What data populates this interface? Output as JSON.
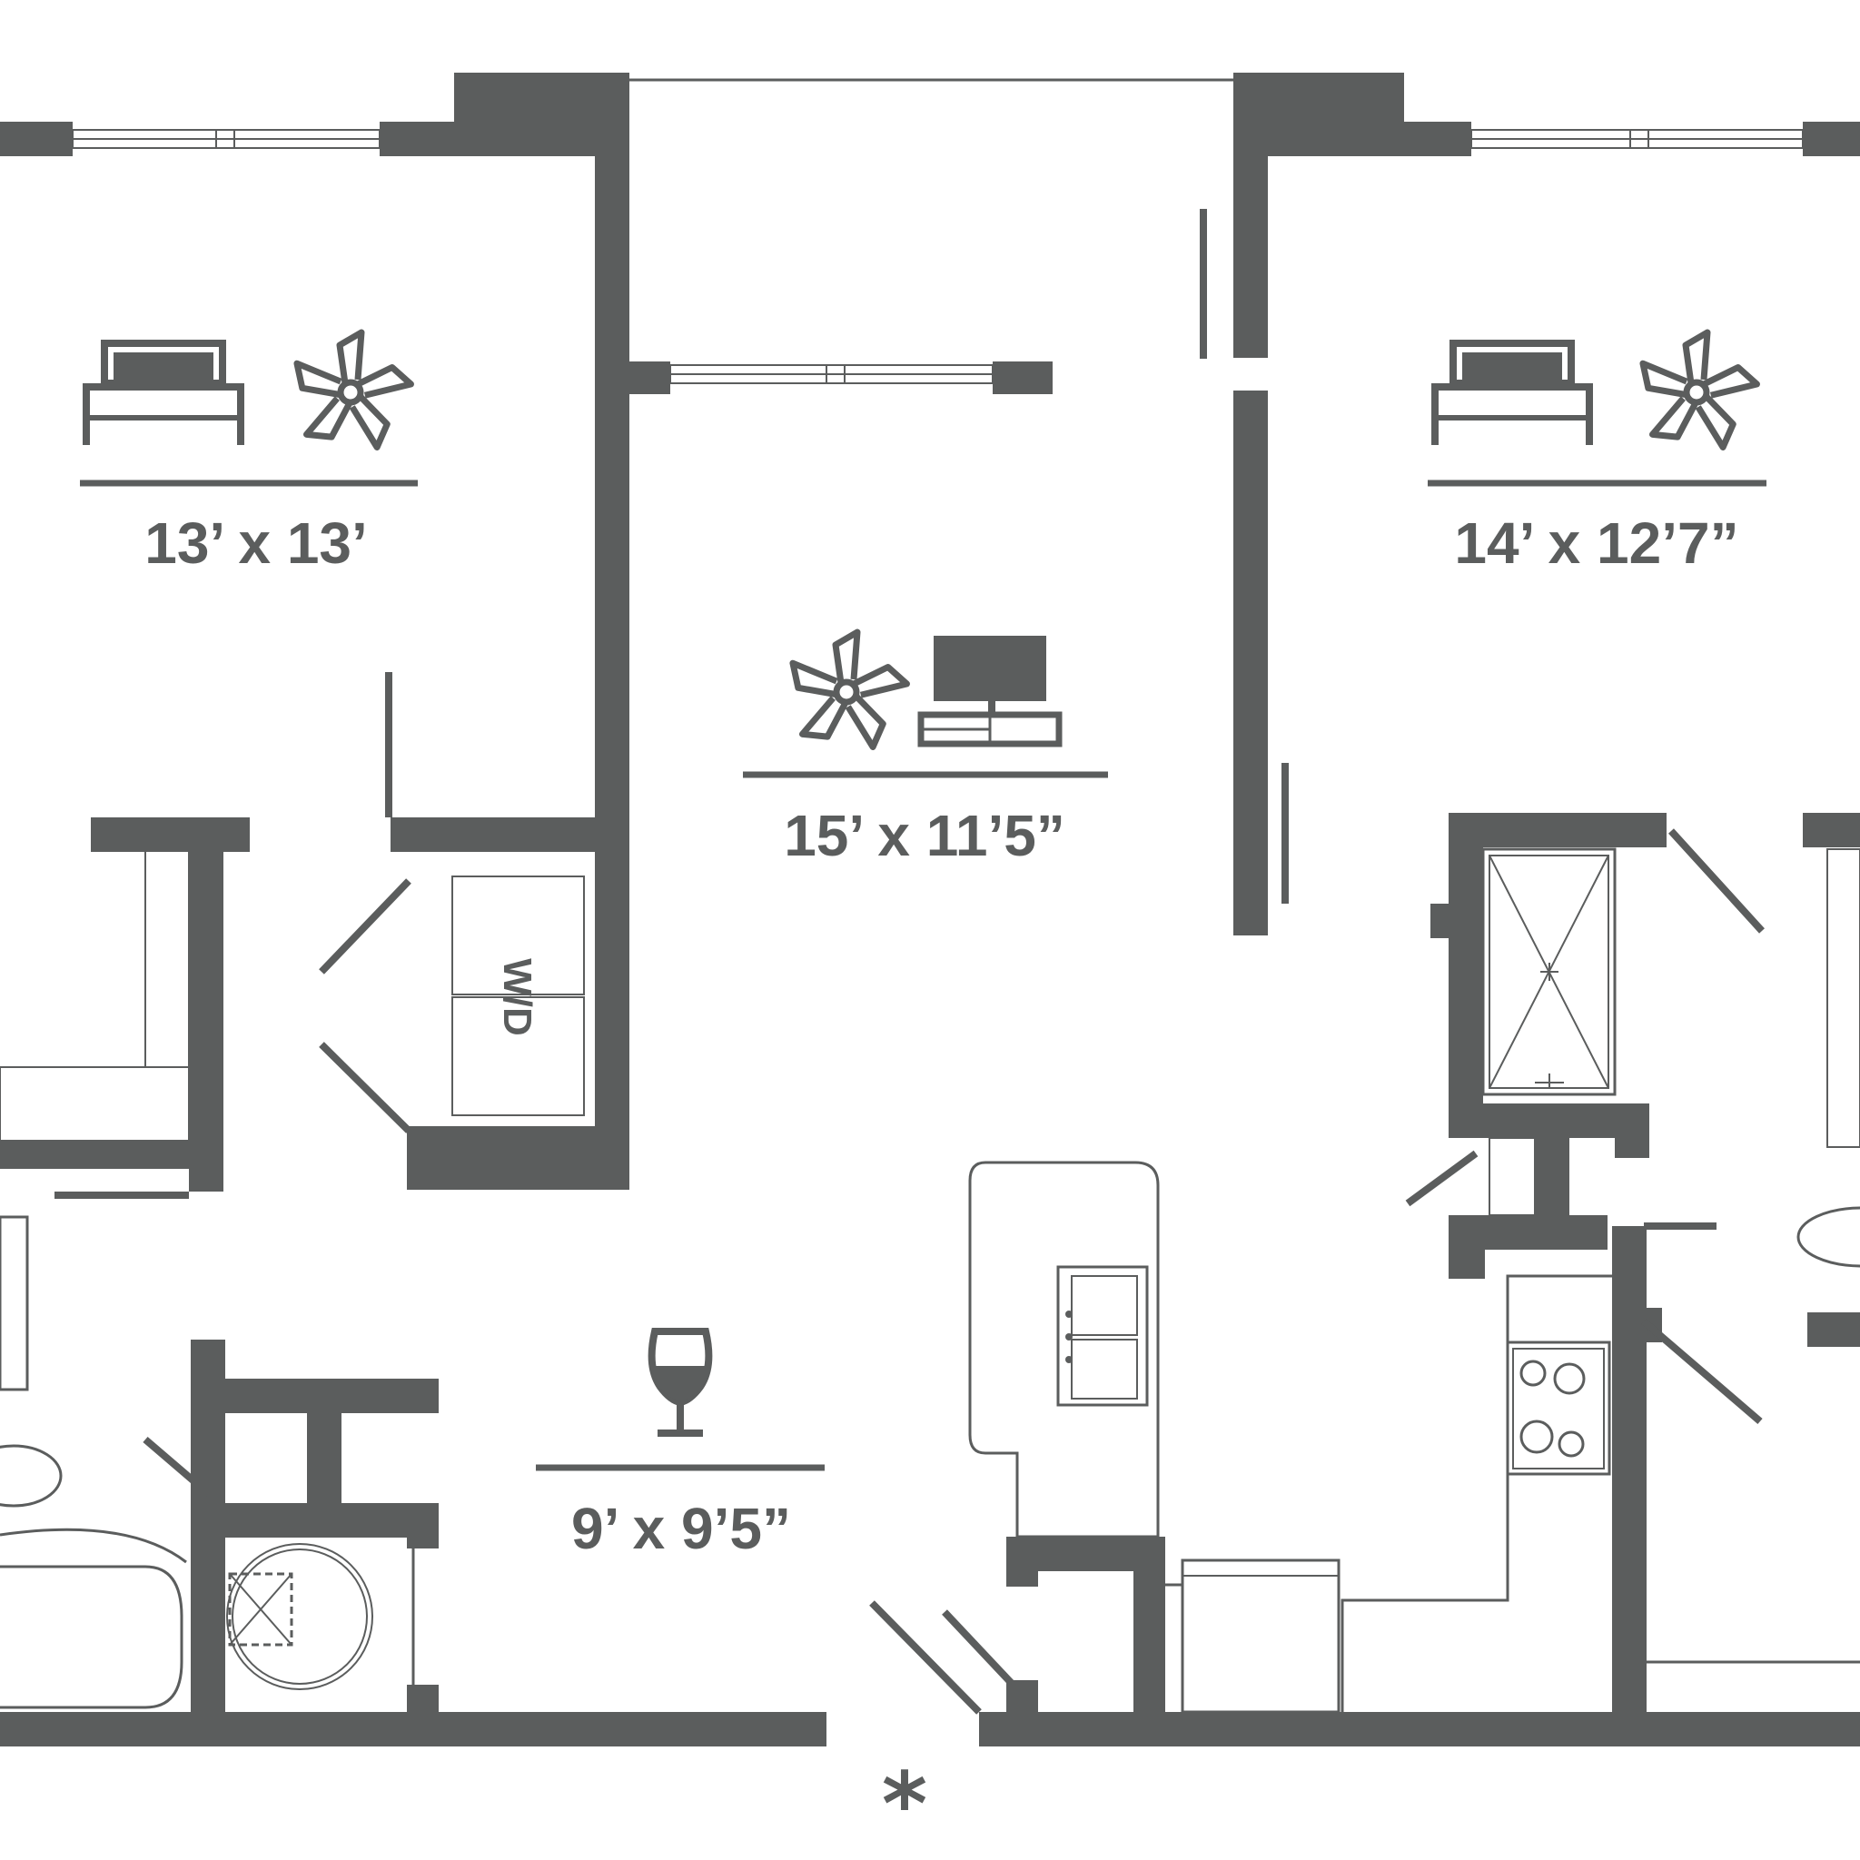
{
  "rooms": {
    "bedroom_left": {
      "dimensions": "13’ x 13’"
    },
    "bedroom_right": {
      "dimensions": "14’ x 12’7”"
    },
    "living_room": {
      "dimensions": "15’ x 11’5”"
    },
    "dining": {
      "dimensions": "9’ x 9’5”"
    }
  },
  "laundry": {
    "label": "W/D"
  },
  "entry": {
    "marker": "*"
  },
  "icons": [
    "bed-icon",
    "ceiling-fan-icon",
    "tv-stand-icon",
    "wine-glass-icon",
    "sink-icon",
    "stove-icon",
    "bathtub-icon",
    "toilet-icon",
    "shower-icon"
  ],
  "colors": {
    "wall": "#5b5d5d",
    "background": "#ffffff"
  }
}
